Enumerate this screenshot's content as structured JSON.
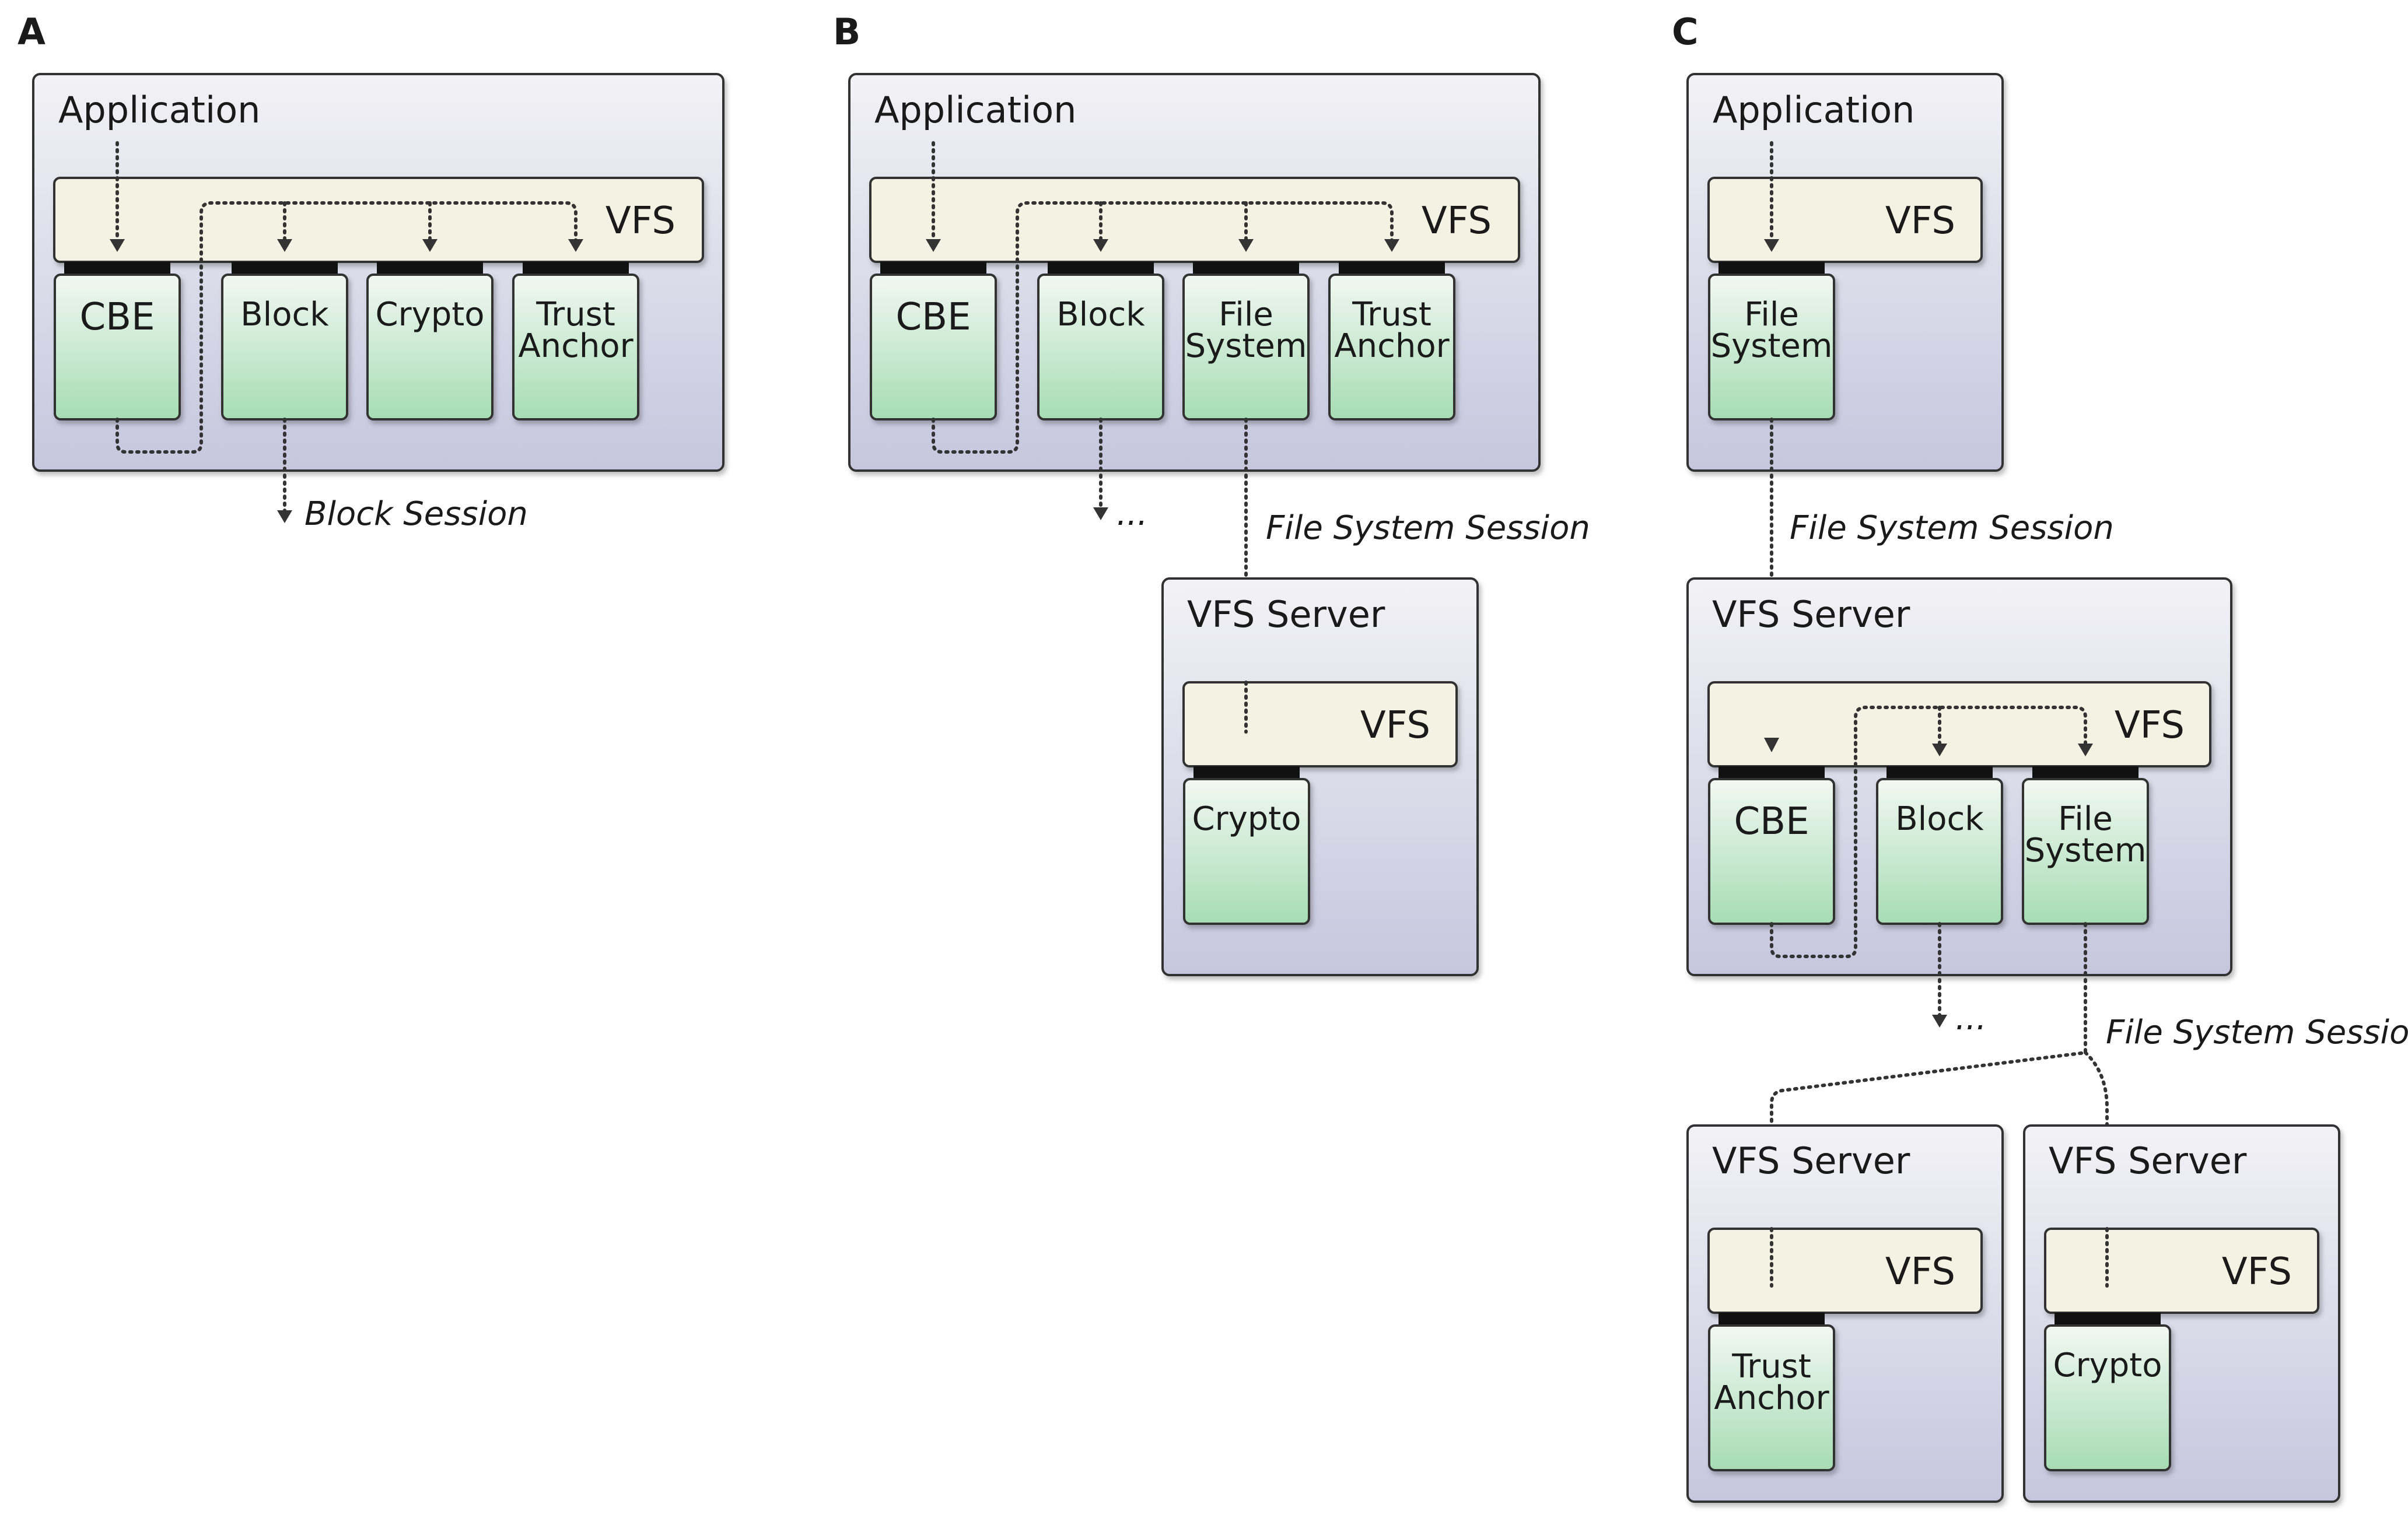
{
  "panels": {
    "a": {
      "label": "A"
    },
    "b": {
      "label": "B"
    },
    "c": {
      "label": "C"
    }
  },
  "components": {
    "application": "Application",
    "vfs": "VFS",
    "vfs_server": "VFS Server"
  },
  "plugins": {
    "cbe": "CBE",
    "block": "Block",
    "crypto": "Crypto",
    "trust_anchor_l1": "Trust",
    "trust_anchor_l2": "Anchor",
    "file_system_l1": "File",
    "file_system_l2": "System"
  },
  "sessions": {
    "block_session": "Block Session",
    "file_system_session": "File System Session",
    "ellipsis": "..."
  },
  "colors": {
    "component_gradient_top": "#f2f2f6",
    "component_gradient_bottom": "#c6c6de",
    "vfs_bar": "#f3f3e4",
    "plugin_gradient_top": "#f2f8f2",
    "plugin_gradient_bottom": "#a6dcb4",
    "connector": "#111111",
    "lines": "#333333"
  }
}
